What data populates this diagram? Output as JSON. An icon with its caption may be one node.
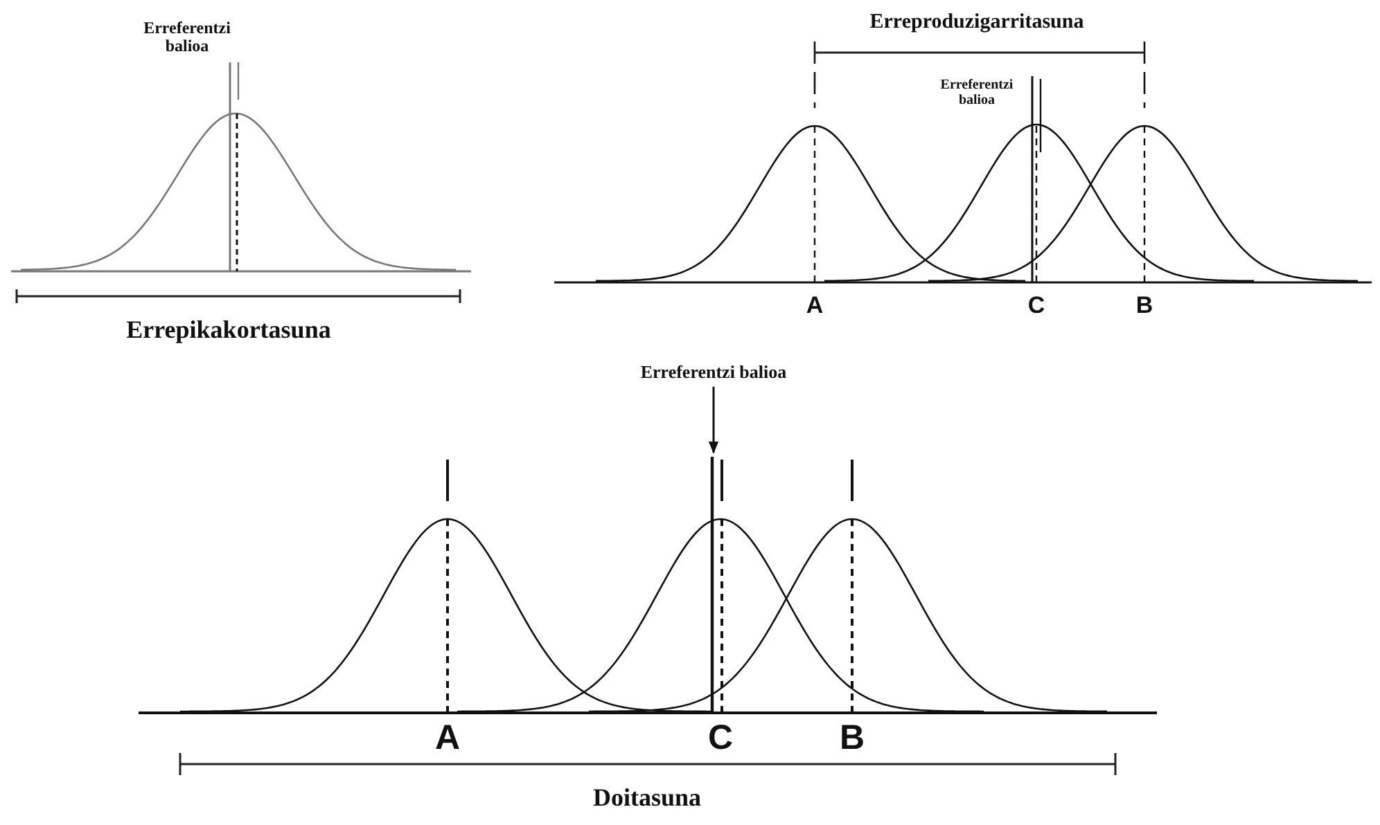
{
  "diagram": {
    "nodes": [
      {
        "text": [
          "Erreferentzi balioa"
        ]
      },
      {
        "text": [],
        "shape": "bar"
      }
    ],
    "edges": [
      {
        "from": 0,
        "to": 1,
        "arrow": "to"
      }
    ],
    "labels": [
      "Erreferentzi balioa",
      "Erreproduzigarritasuna",
      "Erreferentzi balioa",
      "A",
      "C",
      "B",
      "Errepikakortasuna",
      "A",
      "C",
      "B",
      "Doitasuna"
    ]
  }
}
